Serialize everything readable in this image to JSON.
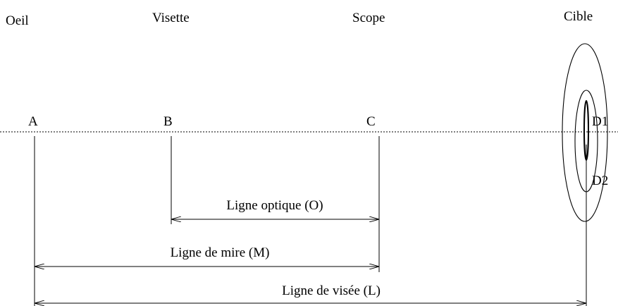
{
  "headers": {
    "eye": "Oeil",
    "visette": "Visette",
    "scope": "Scope",
    "target": "Cible"
  },
  "points": {
    "a": "A",
    "b": "B",
    "c": "C",
    "d1": "D1",
    "d2": "D2"
  },
  "lines": {
    "optical": "Ligne optique (O)",
    "sight": "Ligne de mire (M)",
    "aim": "Ligne de visée (L)"
  }
}
